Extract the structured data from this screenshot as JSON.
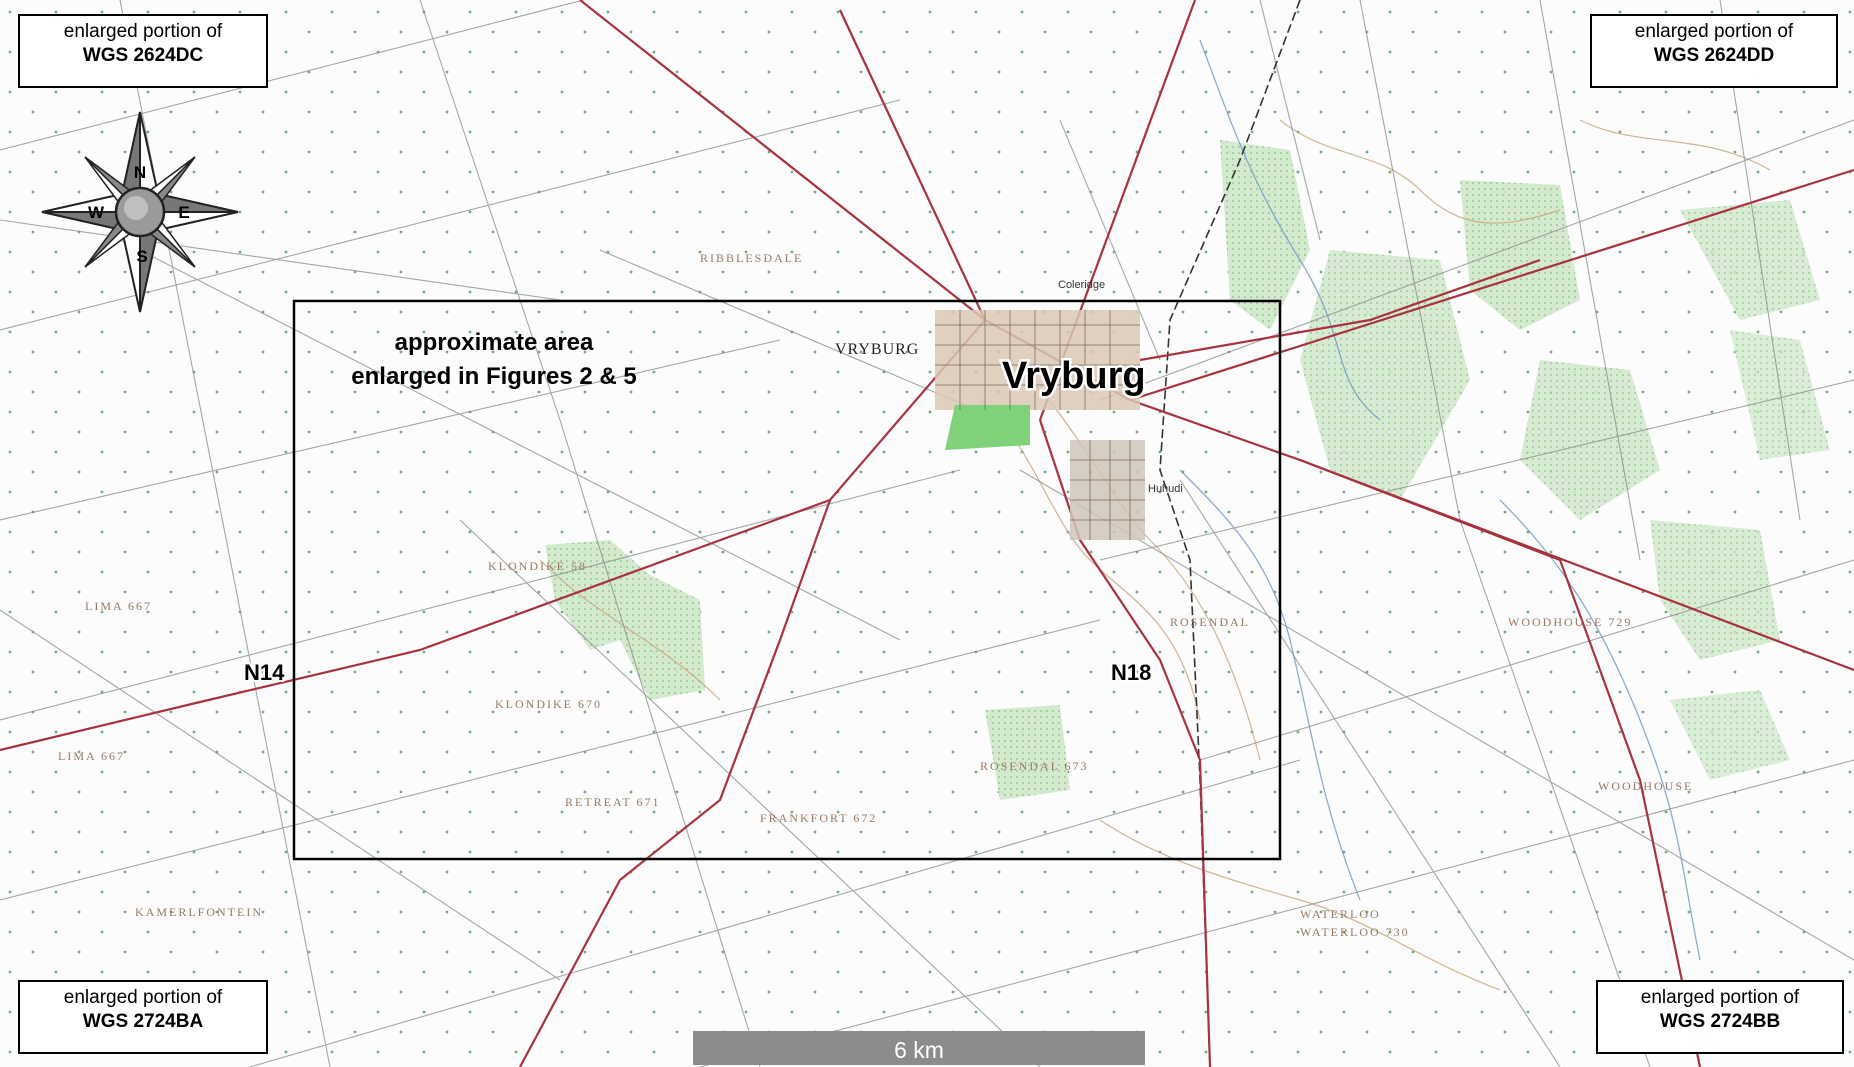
{
  "sheets": {
    "top_left": {
      "line1": "enlarged portion of",
      "line2": "WGS 2624DC"
    },
    "top_right": {
      "line1": "enlarged portion of",
      "line2": "WGS 2624DD"
    },
    "bottom_left": {
      "line1": "enlarged portion of",
      "line2": "WGS 2724BA"
    },
    "bottom_right": {
      "line1": "enlarged portion of",
      "line2": "WGS 2724BB"
    }
  },
  "compass": {
    "n": "N",
    "s": "S",
    "e": "E",
    "w": "W"
  },
  "area_label": {
    "line1": "approximate area",
    "line2": "enlarged in Figures 2 & 5"
  },
  "town": {
    "name": "Vryburg",
    "small_name": "VRYBURG"
  },
  "roads": {
    "n14": "N14",
    "n18": "N18"
  },
  "scale_bar": {
    "label": "6 km"
  },
  "farm_labels": {
    "klondike_58": "KLONDIKE 58",
    "klondike_670": "KLONDIKE 670",
    "retreat": "RETREAT 671",
    "frankfort": "FRANKFORT 672",
    "rosendal": "ROSENDAL 673",
    "rosendal_b": "ROSENDAL",
    "woodhouse_729": "WOODHOUSE 729",
    "woodhouse": "WOODHOUSE",
    "waterloo": "WATERLOO",
    "waterloo_b": "WATERLOO 730",
    "kamerlfontein": "KAMERLFONTEIN",
    "lima_667": "LIMA 667",
    "lima": "LIMA 667",
    "ribblesdale": "RIBBLESDALE",
    "coleridge": "Coleridge",
    "huhudi": "Huhudi"
  },
  "colors": {
    "road": "#a8323e",
    "vegetation": "#c9e6c4",
    "town_block": "#d9c8b4",
    "park": "#7fd17a",
    "grid": "#8a8a8a",
    "contour": "#c8a27a",
    "scale_bar": "#8c8c8c"
  }
}
